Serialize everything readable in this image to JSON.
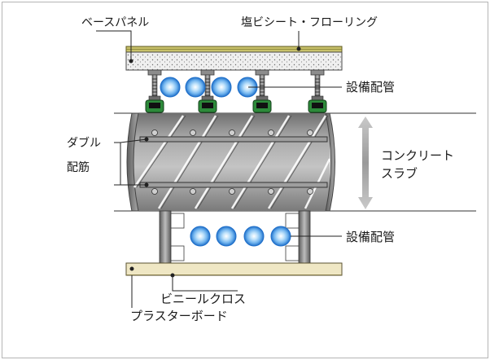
{
  "labels": {
    "base_panel": "ベースパネル",
    "vinyl_sheet_flooring": "塩ビシート・フローリング",
    "equipment_piping_upper": "設備配管",
    "double_rebar_line1": "ダブル",
    "double_rebar_line2": "配筋",
    "concrete_slab_line1": "コンクリート",
    "concrete_slab_line2": "スラブ",
    "equipment_piping_lower": "設備配管",
    "vinyl_cloth": "ビニールクロス",
    "plasterboard": "プラスターボード"
  },
  "colors": {
    "frame": "#b5b5b5",
    "flooring": "#c8c16a",
    "concrete": "#8c8c8c",
    "concrete_light": "#b7b7b7",
    "pipe": "#1f6fc9",
    "pipe_light": "#a9d4f5",
    "foot": "#2d8a3a",
    "board": "#efe7c4",
    "arrow": "#9a9a9a"
  }
}
